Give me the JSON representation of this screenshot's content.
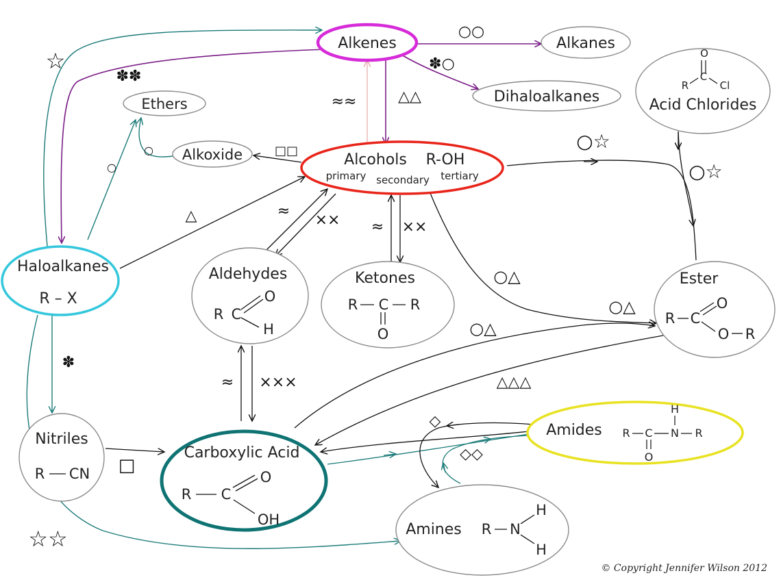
{
  "colors": {
    "alkenes": "#d62bd9",
    "alcohols": "#e8251b",
    "haloalkanes": "#34c7dc",
    "carboxylic": "#0f7373",
    "amides": "#e8e222",
    "teal_arrow": "#1a7a78",
    "purple_arrow": "#7a1d86",
    "black_arrow": "#111111",
    "pink_arrow": "#e7a8a8"
  },
  "nodes": {
    "alkenes": "Alkenes",
    "alkanes": "Alkanes",
    "dihaloalkanes": "Dihaloalkanes",
    "ethers": "Ethers",
    "alkoxide": "Alkoxide",
    "alcohols": {
      "title": "Alcohols",
      "formula": "R-OH",
      "primary": "primary",
      "secondary": "secondary",
      "tertiary": "tertiary"
    },
    "acid_chlorides": {
      "title": "Acid Chlorides",
      "o": "O",
      "r": "R",
      "c": "C",
      "cl": "Cl"
    },
    "haloalkanes": {
      "title": "Haloalkanes",
      "formula": "R – X"
    },
    "aldehydes": {
      "title": "Aldehydes",
      "r": "R",
      "c": "C",
      "o": "O",
      "h": "H"
    },
    "ketones": {
      "title": "Ketones",
      "r1": "R",
      "c": "C",
      "r2": "R",
      "o": "O"
    },
    "ester": {
      "title": "Ester",
      "r1": "R",
      "c": "C",
      "o1": "O",
      "o2": "O",
      "r2": "R"
    },
    "nitriles": {
      "title": "Nitriles",
      "r": "R",
      "cn": "CN"
    },
    "carboxylic": {
      "title": "Carboxylic Acid",
      "r": "R",
      "c": "C",
      "o": "O",
      "oh": "OH"
    },
    "amides": {
      "title": "Amides",
      "h": "H",
      "r1": "R",
      "c": "C",
      "n": "N",
      "r2": "R",
      "o": "O"
    },
    "amines": {
      "title": "Amines",
      "r": "R",
      "n": "N",
      "h1": "H",
      "h2": "H"
    }
  },
  "symbols": {
    "alkenes_to_alkanes": "○○",
    "alkenes_to_dihalo": "✽○",
    "haloalkanes_star": "☆",
    "haloalkanes_to_alkenes": "✽✽",
    "alkenes_to_alcohols": "△△",
    "alcohols_to_alkenes": "≈≈",
    "alcohols_to_alkoxide": "□□",
    "alkoxide_to_ethers": "○",
    "haloalkanes_to_ethers": "○",
    "haloalkanes_to_alcohols": "△",
    "alcohols_to_ester": "○☆",
    "acid_chlorides_to_ester": "○☆",
    "aldehyde_to_alcohol": "≈",
    "alcohol_to_aldehyde": "××",
    "ketone_to_alcohol": "≈",
    "alcohol_to_ketone": "××",
    "alcohols_to_ester_curve": "○△",
    "ester_label": "○△",
    "carboxylic_to_ester": "○△",
    "ester_to_carboxylic": "△△△",
    "aldehyde_carboxylic_up": "≈",
    "aldehyde_carboxylic_down": "×××",
    "haloalkanes_to_nitriles": "✽",
    "nitriles_to_carboxylic": "□",
    "amides_to_amines": "◇",
    "amines_amides": "◇◇",
    "haloalkanes_to_amines": "☆☆"
  },
  "copyright": "© Copyright Jennifer Wilson 2012"
}
